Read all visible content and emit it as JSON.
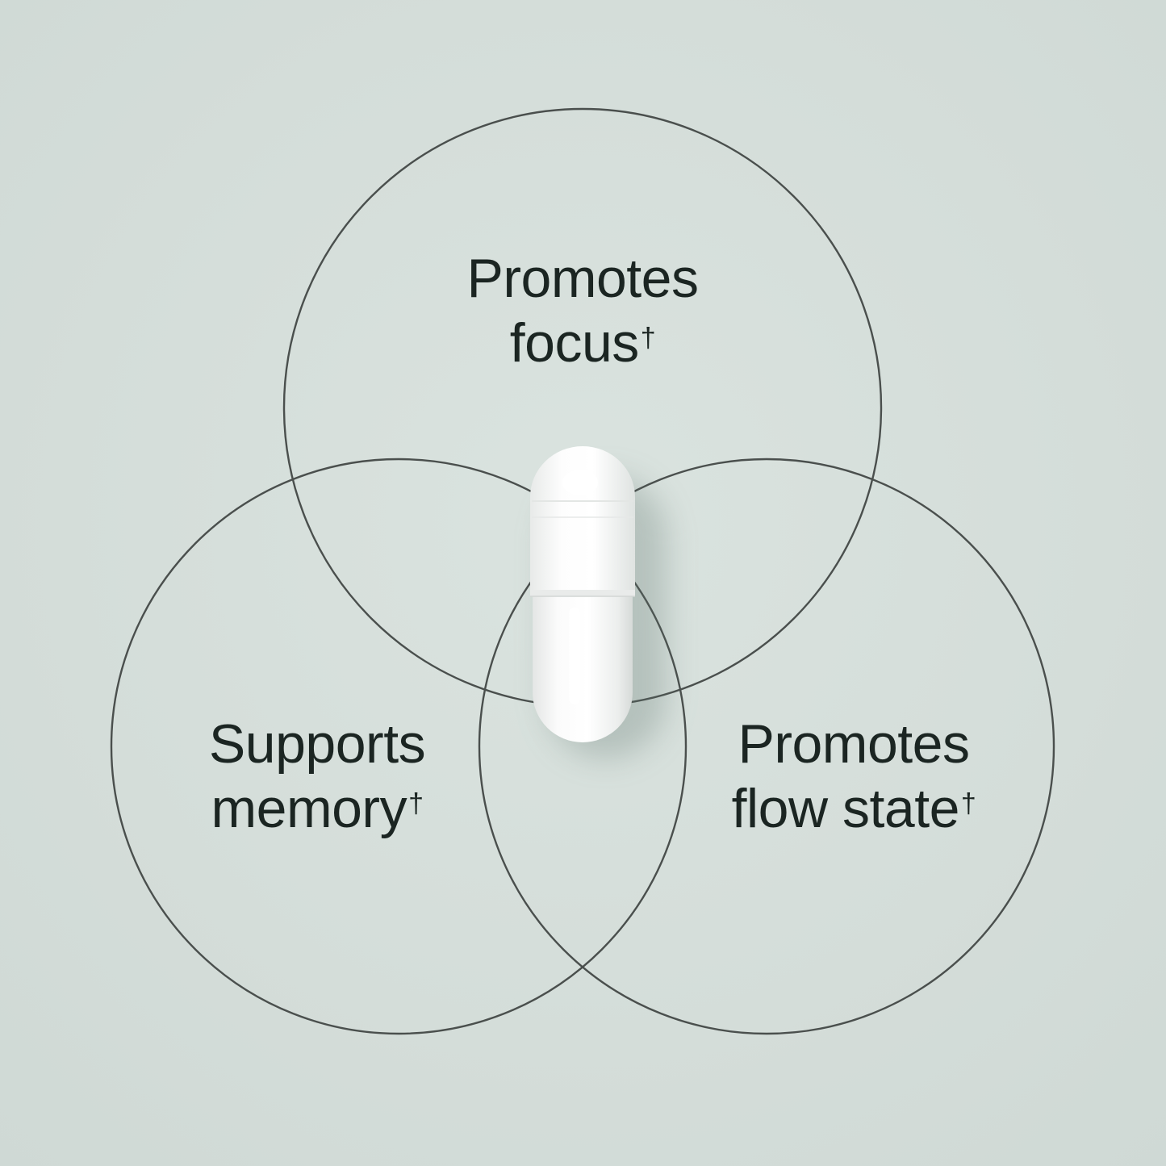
{
  "colors": {
    "background": "#d5dfdb",
    "circle_stroke": "#4a4f4d",
    "text": "#1b2522",
    "capsule": "#f4f4f3"
  },
  "diagram": {
    "type": "venn",
    "sets": [
      {
        "id": "top",
        "lines": [
          "Promotes",
          "focus"
        ],
        "mark": "†"
      },
      {
        "id": "left",
        "lines": [
          "Supports",
          "memory"
        ],
        "mark": "†"
      },
      {
        "id": "right",
        "lines": [
          "Promotes",
          "flow state"
        ],
        "mark": "†"
      }
    ],
    "center_image": "capsule-pill"
  }
}
